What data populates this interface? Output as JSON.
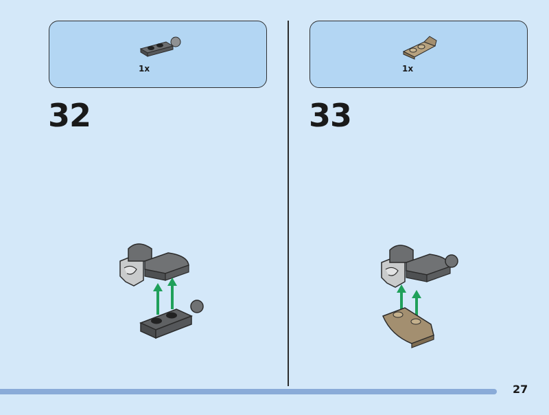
{
  "steps": [
    {
      "number": "32",
      "part_qty": "1x",
      "part_color": "dark-bluish-gray"
    },
    {
      "number": "33",
      "part_qty": "1x",
      "part_color": "dark-tan"
    }
  ],
  "page": {
    "number": "27"
  },
  "colors": {
    "background": "#d4e8f9",
    "parts_box": "#b3d6f3",
    "arrow": "#1fa05a",
    "dark_gray": "#5f6163",
    "dark_tan": "#a38f70",
    "light_gray": "#c9cbcc",
    "progress": "#8aabd8"
  },
  "icons": [
    "plate-1x2-clip-icon",
    "curved-slope-tan-icon",
    "assembly-illustration"
  ]
}
